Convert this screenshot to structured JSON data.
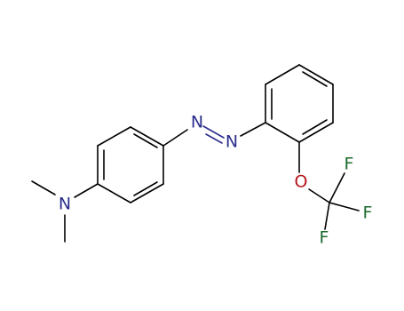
{
  "molecule": {
    "atoms": {
      "amine_n": {
        "symbol": "N",
        "color": "#2b2e8c"
      },
      "azo_n1": {
        "symbol": "N",
        "color": "#2b2e8c"
      },
      "azo_n2": {
        "symbol": "N",
        "color": "#2b2e8c"
      },
      "ether_o": {
        "symbol": "O",
        "color": "#b5171c"
      },
      "f1": {
        "symbol": "F",
        "color": "#1d6b2e"
      },
      "f2": {
        "symbol": "F",
        "color": "#1d6b2e"
      },
      "f3": {
        "symbol": "F",
        "color": "#1d6b2e"
      }
    }
  }
}
